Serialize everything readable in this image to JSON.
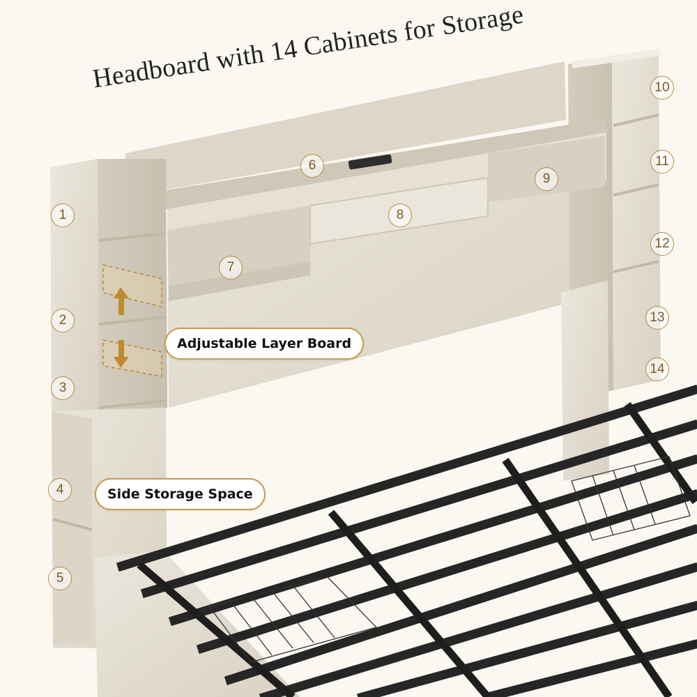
{
  "title": "Headboard with 14 Cabinets for Storage",
  "callouts": {
    "adjustable": "Adjustable Layer Board",
    "side_storage": "Side Storage Space"
  },
  "numbers": [
    "1",
    "2",
    "3",
    "4",
    "5",
    "6",
    "7",
    "8",
    "9",
    "10",
    "11",
    "12",
    "13",
    "14"
  ],
  "colors": {
    "background": "#fbf8f2",
    "wood": "#e4ded3",
    "frame": "#2a2a2a",
    "accent": "#c79b4a"
  }
}
